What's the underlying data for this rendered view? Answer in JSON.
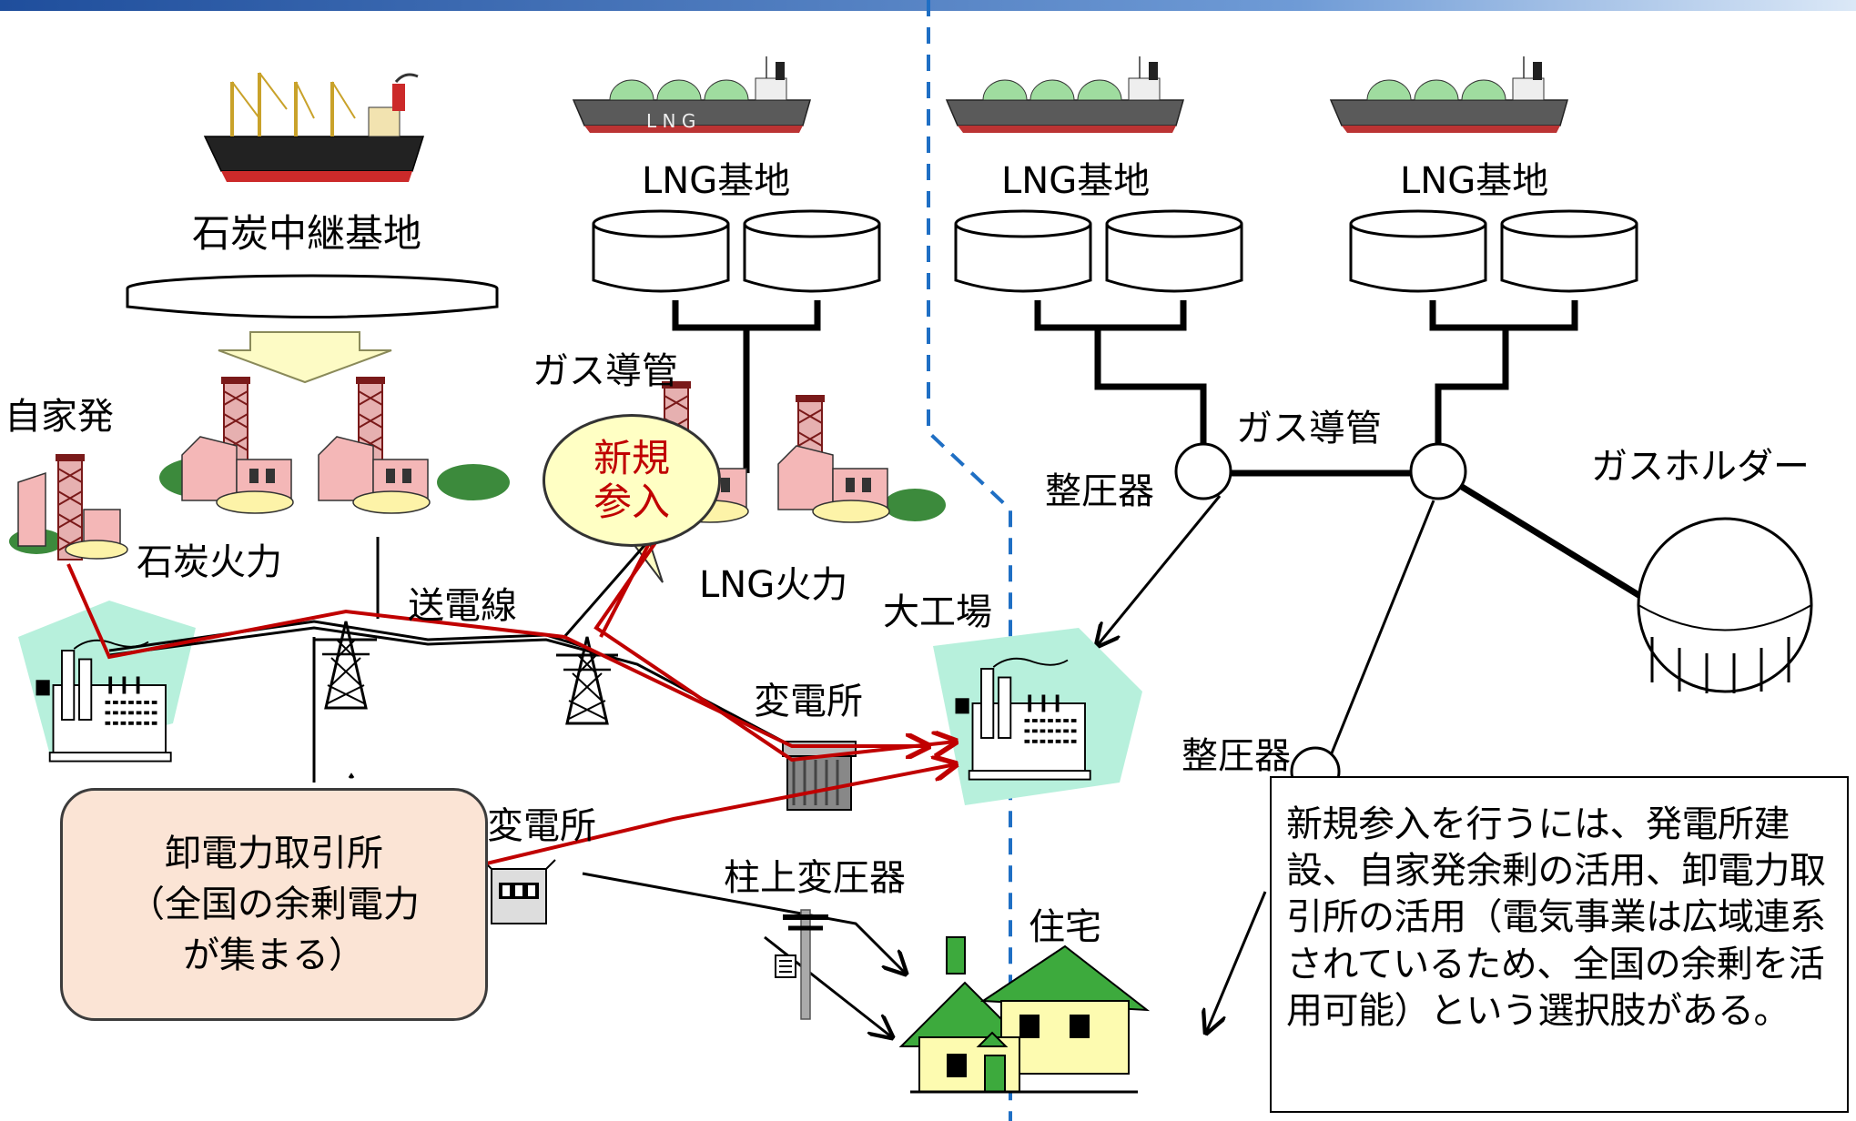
{
  "labels": {
    "coal_relay_base": "石炭中継基地",
    "lng_base_1": "LNG基地",
    "lng_base_2": "LNG基地",
    "lng_base_3": "LNG基地",
    "gas_pipeline_1": "ガス導管",
    "gas_pipeline_2": "ガス導管",
    "self_gen": "自家発",
    "coal_thermal": "石炭火力",
    "lng_thermal": "LNG火力",
    "transmission_line": "送電線",
    "large_factory": "大工場",
    "substation_1": "変電所",
    "substation_2": "変電所",
    "regulator_1": "整圧器",
    "regulator_2": "整圧器",
    "gas_holder": "ガスホルダー",
    "pole_transformer": "柱上変圧器",
    "residence": "住宅",
    "new_entry": "新規\n参入",
    "wholesale_exchange": "卸電力取引所\n（全国の余剰電力\nが集まる）",
    "note": "新規参入を行うには、発電所建設、自家発余剰の活用、卸電力取引所の活用（電気事業は広域連系されているため、全国の余剰を活用可能）という選択肢がある。",
    "ship_marking": "L N G"
  },
  "colors": {
    "top_bar": "#1f4e9c",
    "divider": "#1f6fc4",
    "power_route": "#c00000",
    "wholesale_fill": "#fbe4d5",
    "bubble_fill": "#ffffc4",
    "plant_pink": "#f4b7b7",
    "tower_red": "#a03030",
    "house_green": "#3daa3d",
    "house_yellow": "#fdfbb0",
    "factory_bg": "#b7f0dc",
    "ship_hull": "#555555",
    "lng_dome": "#9fdc9f"
  }
}
